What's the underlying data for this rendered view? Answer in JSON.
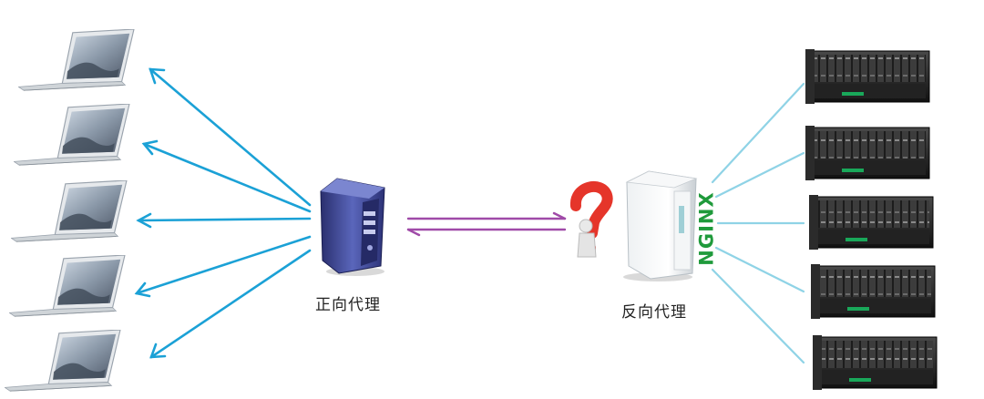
{
  "labels": {
    "forward_proxy": "正向代理",
    "reverse_proxy": "反向代理",
    "nginx_logo": "NGINX"
  },
  "colors": {
    "client_arrow": "#1ba1d6",
    "server_line": "#8fd3e6",
    "link_arrow": "#a04aa8",
    "proxy_server": "#4f5bb0",
    "nginx_green": "#1f9a3b",
    "question_red": "#e5352a"
  },
  "icons": {
    "clients": "laptop-icon",
    "forward_proxy": "tower-server-icon",
    "reverse_proxy": "tower-server-icon",
    "question": "question-mark-figure-icon",
    "servers": "rack-server-icon"
  }
}
